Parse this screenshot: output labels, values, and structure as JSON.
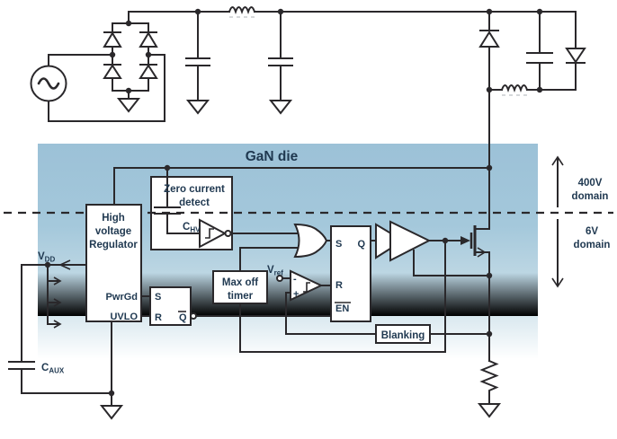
{
  "title": "GaN die",
  "domains": {
    "high": {
      "line1": "400V",
      "line2": "domain"
    },
    "low": {
      "line1": "6V",
      "line2": "domain"
    }
  },
  "blocks": {
    "regulator": {
      "line1": "High",
      "line2": "voltage",
      "line3": "Regulator",
      "pin_pwrgd": "PwrGd",
      "pin_uvlo": "UVLO"
    },
    "zcd": {
      "line1": "Zero current",
      "line2": "detect"
    },
    "timer": {
      "line1": "Max off",
      "line2": "timer"
    },
    "blanking": {
      "label": "Blanking"
    }
  },
  "latch_small": {
    "s": "S",
    "r": "R",
    "qbar": "Q"
  },
  "latch_main": {
    "s": "S",
    "q": "Q",
    "r": "R",
    "en": "EN"
  },
  "comparator": {
    "minus": "-",
    "plus": "+"
  },
  "nets": {
    "vdd": {
      "base": "V",
      "sub": "DD"
    },
    "caux": {
      "base": "C",
      "sub": "AUX"
    },
    "chv": {
      "base": "C",
      "sub": "HV"
    },
    "vref": {
      "base": "V",
      "sub": "ref"
    }
  },
  "colors": {
    "die_blue": "#9cc1d7",
    "wire": "#2a282b",
    "text": "#1f3850"
  }
}
